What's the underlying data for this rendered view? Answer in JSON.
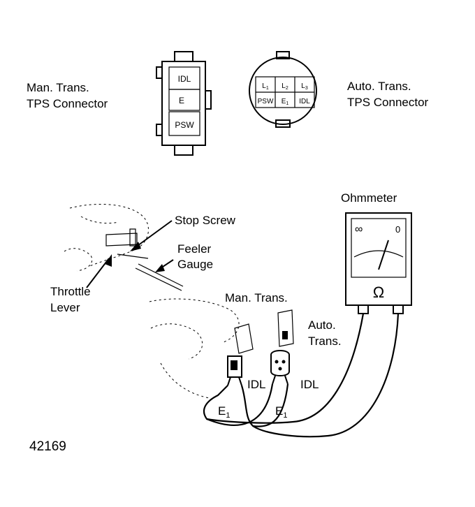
{
  "labels": {
    "man_trans_connector": [
      "Man. Trans.",
      "TPS Connector"
    ],
    "auto_trans_connector": [
      "Auto. Trans.",
      "TPS Connector"
    ],
    "ohmmeter": "Ohmmeter",
    "stop_screw": "Stop Screw",
    "feeler_gauge": [
      "Feeler",
      "Gauge"
    ],
    "throttle_lever": [
      "Throttle",
      "Lever"
    ],
    "man_trans": "Man. Trans.",
    "auto_trans": [
      "Auto.",
      "Trans."
    ],
    "idl_left": "IDL",
    "idl_right": "IDL",
    "e1_left": "E",
    "e1_right": "E",
    "e1_subscript": "1",
    "figure_number": "42169"
  },
  "man_connector_pins": [
    "IDL",
    "E",
    "PSW"
  ],
  "auto_connector_pins": {
    "top": [
      "L",
      "L",
      "L"
    ],
    "top_subscripts": [
      "1",
      "2",
      "3"
    ],
    "bottom": [
      "PSW",
      "E",
      "IDL"
    ],
    "bottom_e_subscript": "1"
  },
  "ohmmeter_dial": {
    "left_mark": "∞",
    "right_mark": "0",
    "symbol": "Ω"
  }
}
